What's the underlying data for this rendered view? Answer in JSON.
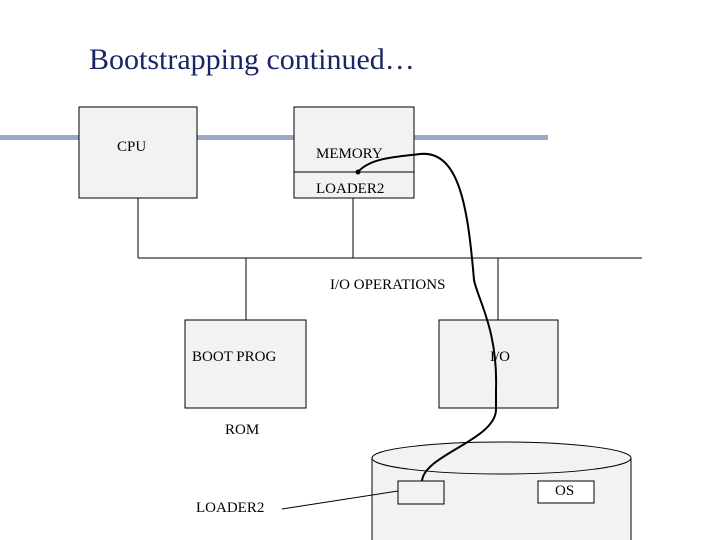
{
  "slide": {
    "title": "Bootstrapping continued…"
  },
  "diagram": {
    "cpu_label": "CPU",
    "memory_label": "MEMORY",
    "memory_loader_label": "LOADER2",
    "io_operations_label": "I/O OPERATIONS",
    "boot_prog_label": "BOOT PROG",
    "rom_label": "ROM",
    "io_label": "I/O",
    "os_label": "OS",
    "disk_loader_label": "LOADER2"
  },
  "colors": {
    "accent_bar": "#99aac8",
    "title": "#1a2466",
    "box_fill": "#f2f2f2"
  }
}
